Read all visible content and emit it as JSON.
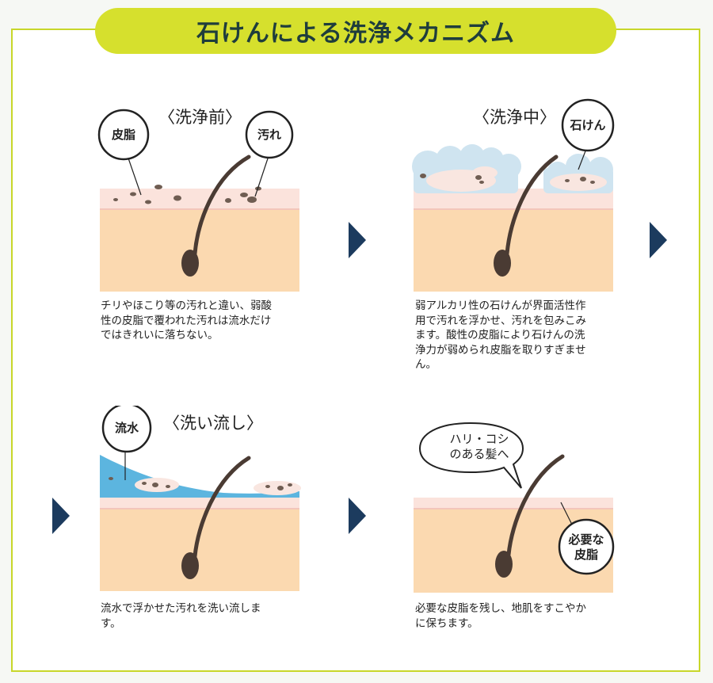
{
  "title": "石けんによる洗浄メカニズム",
  "panels": {
    "before": {
      "title": "〈洗浄前〉",
      "labels": {
        "sebum": "皮脂",
        "dirt": "汚れ"
      },
      "desc": [
        "チリやほこり等の汚れと違い、弱酸",
        "性の皮脂で覆われた汚れは流水だけ",
        "ではきれいに落ちない。"
      ]
    },
    "during": {
      "title": "〈洗浄中〉",
      "labels": {
        "soap": "石けん"
      },
      "desc": [
        "弱アルカリ性の石けんが界面活性作",
        "用で汚れを浮かせ、汚れを包みこみ",
        "ます。酸性の皮脂により石けんの洗",
        "浄力が弱められ皮脂を取りすぎませ",
        "ん。"
      ]
    },
    "rinse": {
      "title": "〈洗い流し〉",
      "labels": {
        "water": "流水"
      },
      "desc": [
        "流水で浮かせた汚れを洗い流しま",
        "す。"
      ]
    },
    "after": {
      "labels": {
        "speech_line1": "ハリ・コシ",
        "speech_line2": "のある髪へ",
        "sebum_line1": "必要な",
        "sebum_line2": "皮脂"
      },
      "desc": [
        "必要な皮脂を残し、地肌をすこやか",
        "に保ちます。"
      ]
    }
  },
  "colors": {
    "accent": "#d6e02d",
    "frame": "#c8d72a",
    "title_text": "#1f3d3c",
    "arrow": "#1c3b5e",
    "skin": "#fbd9b0",
    "sebum_layer": "#fbe3dc",
    "hair": "#4a3b33",
    "water": "#5cb5df",
    "foam": "#cfe4f0",
    "dirt": "#6f5d52"
  }
}
